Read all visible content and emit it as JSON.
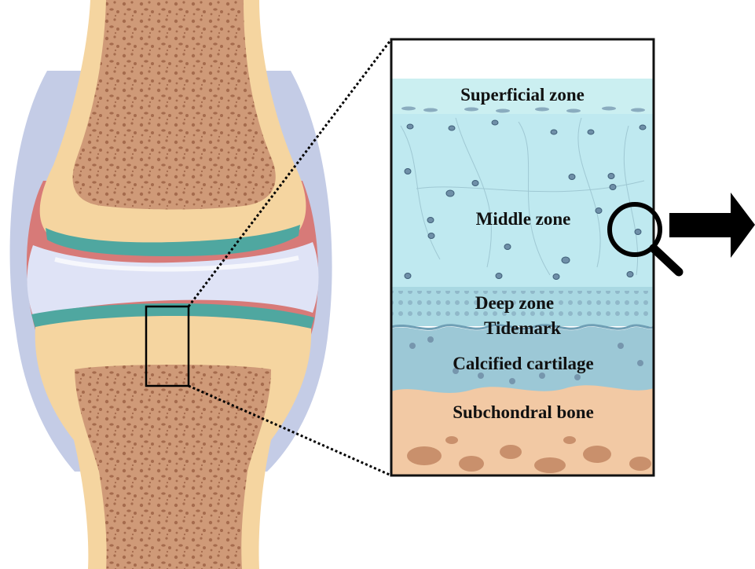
{
  "zones": [
    {
      "id": "superficial",
      "label": "Superficial zone"
    },
    {
      "id": "middle",
      "label": "Middle zone"
    },
    {
      "id": "deep",
      "label": "Deep zone"
    },
    {
      "id": "tidemark",
      "label": "Tidemark"
    },
    {
      "id": "calcified",
      "label": "Calcified cartilage"
    },
    {
      "id": "subchondral",
      "label": "Subchondral bone"
    }
  ],
  "colors": {
    "bone_marrow": "#c9906c",
    "bone_outer": "#f5d5a0",
    "articular_cartilage": "#4fa7a0",
    "joint_space": "#dfe3f6",
    "synovium": "#d77a78",
    "capsule": "#c4cce6",
    "superficial_zone": "#cbeff1",
    "middle_zone": "#bfe9f0",
    "deep_zone": "#a9d8e2",
    "calcified_zone": "#9cc8d6",
    "subchondral_bone": "#f2c9a4",
    "arrow": "#000000"
  },
  "icons": [
    "magnifier-icon",
    "right-arrow-icon"
  ]
}
